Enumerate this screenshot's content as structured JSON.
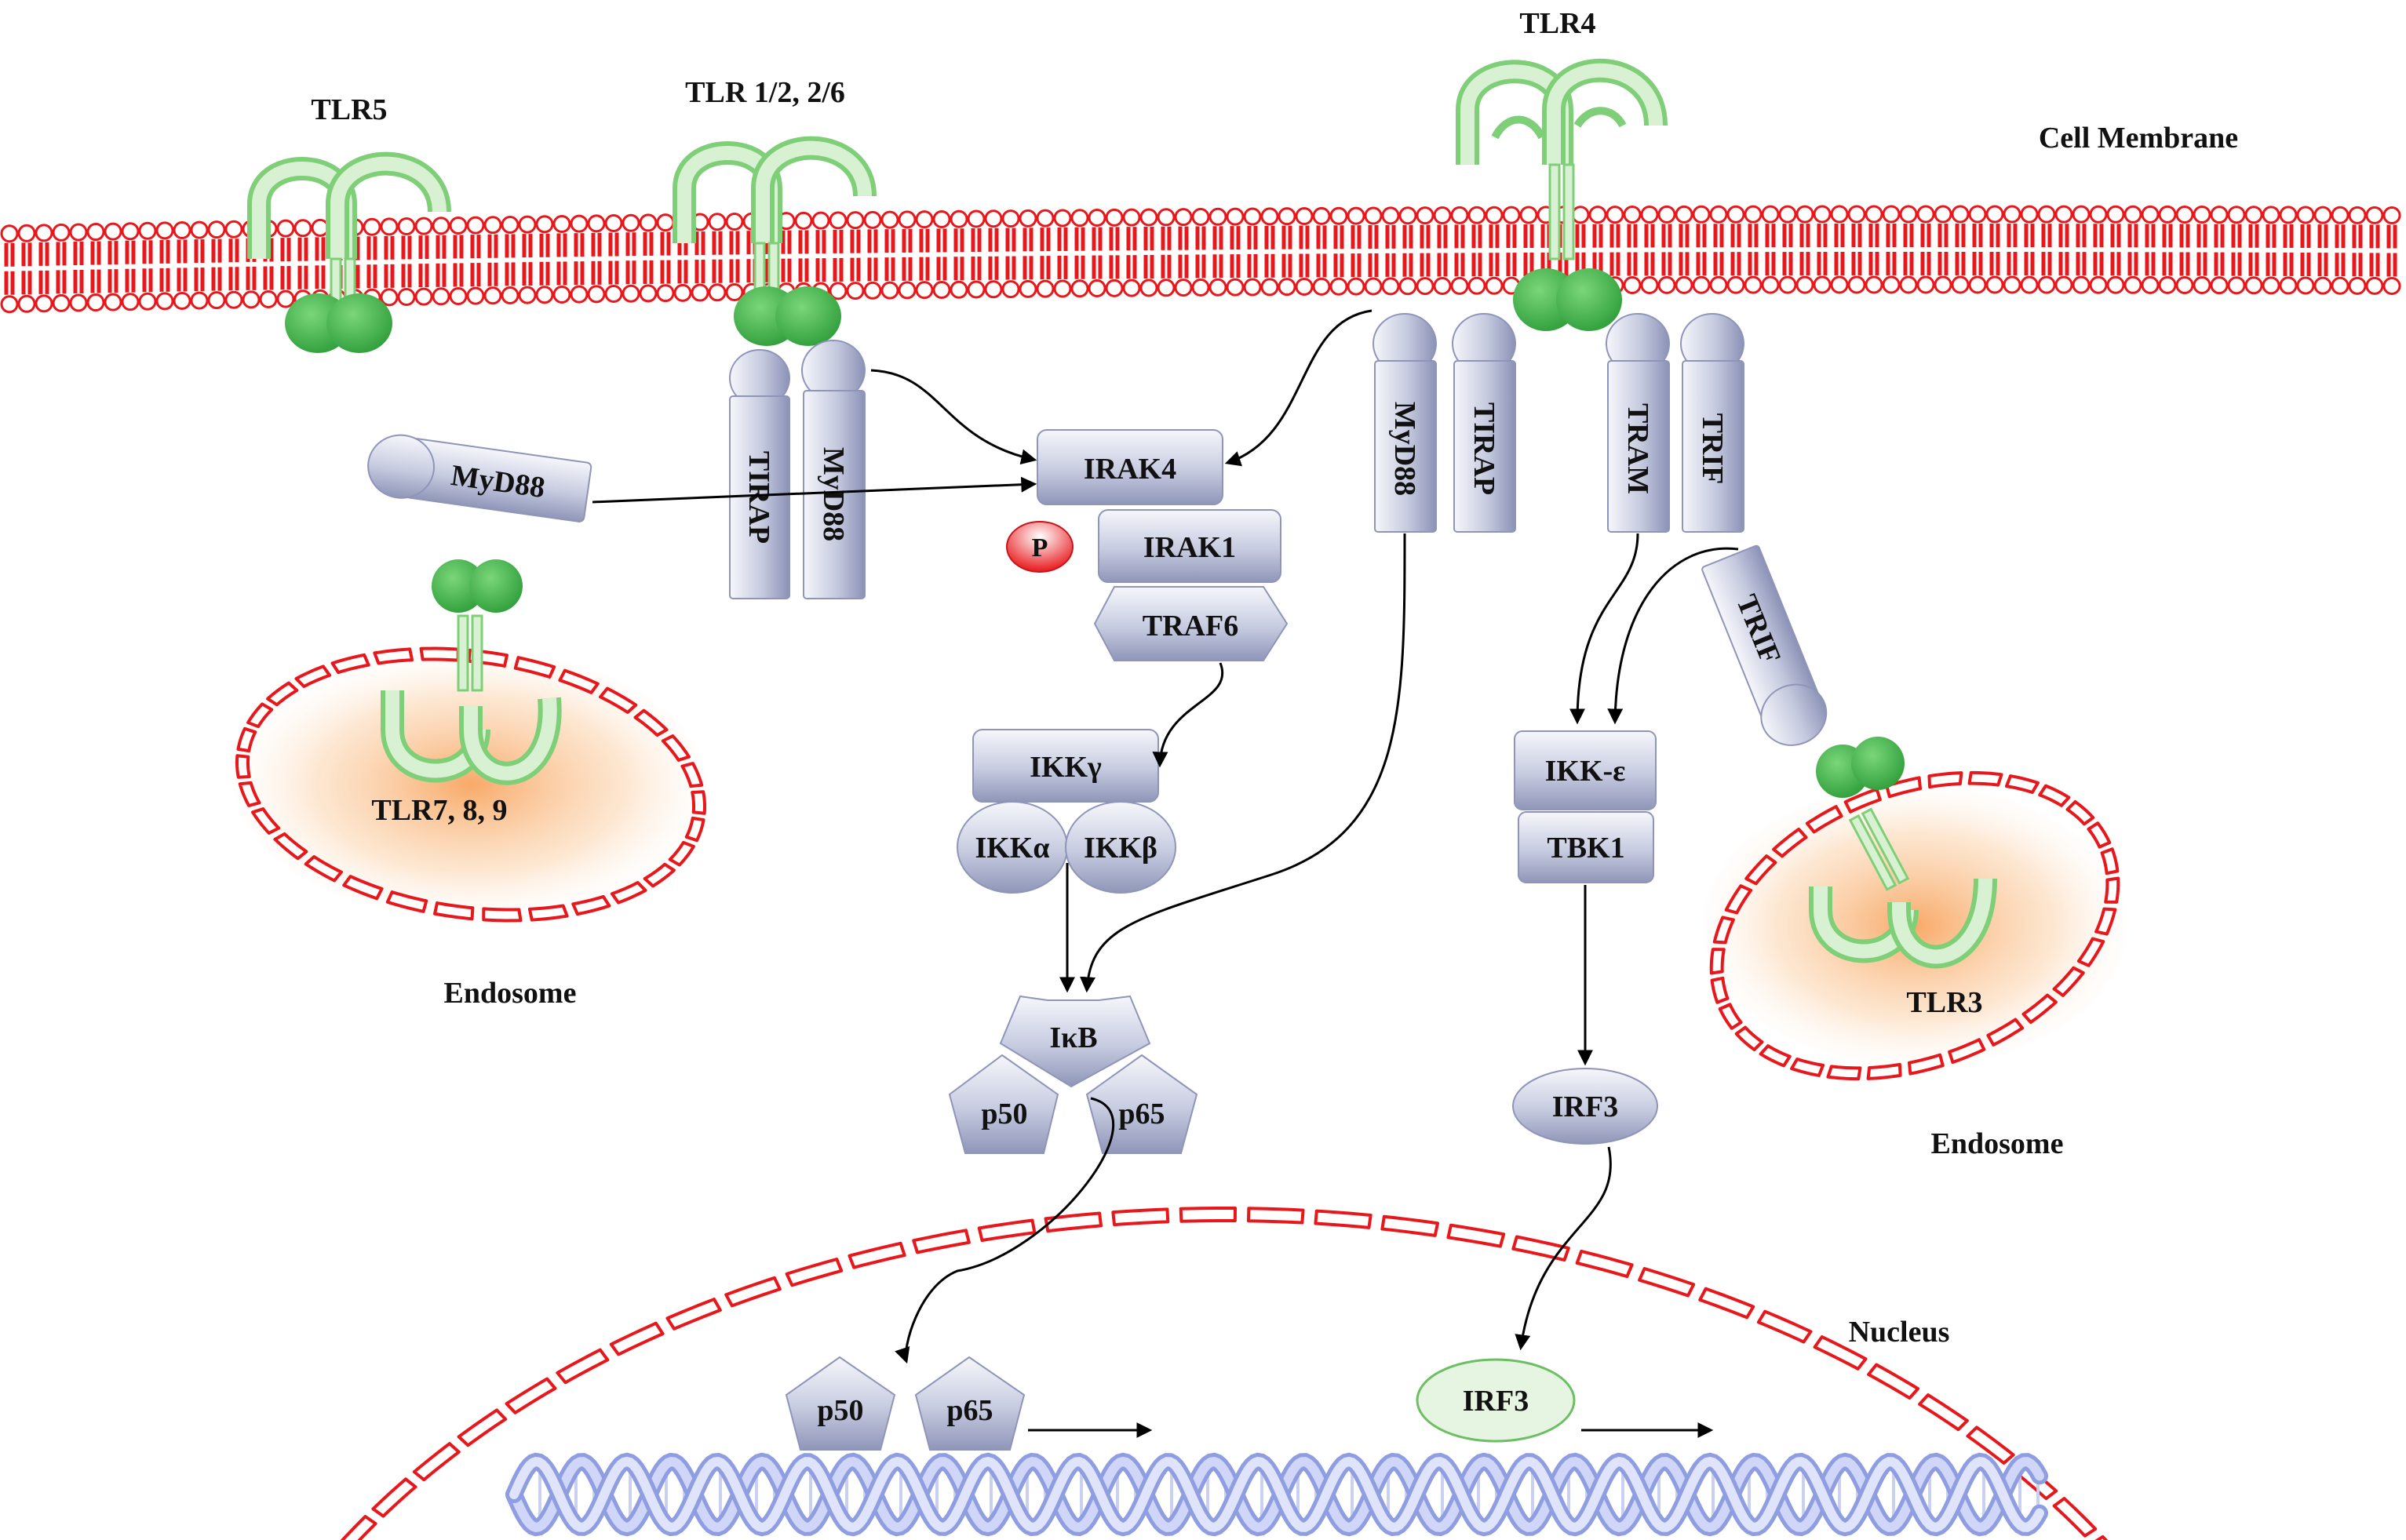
{
  "labels": {
    "cell_membrane": "Cell Membrane",
    "nucleus": "Nucleus",
    "endosome_left": "Endosome",
    "endosome_right": "Endosome"
  },
  "receptors": {
    "tlr5": "TLR5",
    "tlr12_26": "TLR 1/2, 2/6",
    "tlr4": "TLR4",
    "tlr789": "TLR7, 8, 9",
    "tlr3": "TLR3"
  },
  "adaptors": {
    "myd88_free": "MyD88",
    "tirap_left": "TIRAP",
    "myd88_left": "MyD88",
    "myd88_tlr4": "MyD88",
    "tirap_tlr4": "TIRAP",
    "tram": "TRAM",
    "trif": "TRIF",
    "trif_tlr3": "TRIF"
  },
  "kinases": {
    "irak4": "IRAK4",
    "phospho": "P",
    "irak1": "IRAK1",
    "traf6": "TRAF6",
    "ikk_gamma": "IKKγ",
    "ikk_alpha": "IKKα",
    "ikk_beta": "IKKβ",
    "ikb": "IκB",
    "p50": "p50",
    "p65": "p65",
    "ikk_epsilon": "IKK-ε",
    "tbk1": "TBK1",
    "irf3": "IRF3"
  },
  "nuclear": {
    "p50": "p50",
    "p65": "p65",
    "irf3": "IRF3"
  },
  "colors": {
    "membrane": "#e8171b",
    "receptor": "#a8dba0",
    "tir_domain": "#3fae3f",
    "adaptor_light": "#f4f6fa",
    "adaptor_dark": "#8e95b8",
    "dna": "#b9c2ee",
    "endosome_core": "#f7a35c"
  }
}
